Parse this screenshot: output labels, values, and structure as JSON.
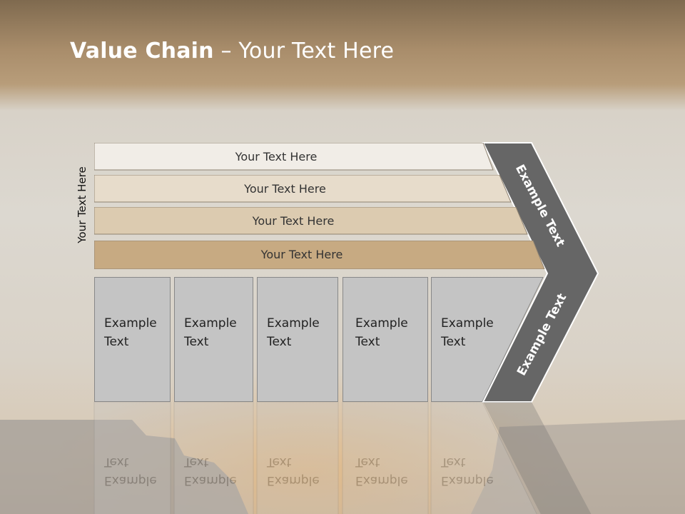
{
  "slide": {
    "title_bold": "Value Chain",
    "title_rest": " – Your Text Here",
    "vertical_label": "Your Text Here"
  },
  "bands": [
    {
      "label": "Your Text Here",
      "color": "#f1ede7"
    },
    {
      "label": "Your Text Here",
      "color": "#e7dccb"
    },
    {
      "label": "Your Text Here",
      "color": "#dccbb0"
    },
    {
      "label": "Your Text Here",
      "color": "#c7aa82"
    }
  ],
  "columns": [
    {
      "line1": "Example",
      "line2": "Text"
    },
    {
      "line1": "Example",
      "line2": "Text"
    },
    {
      "line1": "Example",
      "line2": "Text"
    },
    {
      "line1": "Example",
      "line2": "Text"
    },
    {
      "line1": "Example",
      "line2": "Text"
    }
  ],
  "chevron": {
    "upper_label": "Example Text",
    "lower_label": "Example Text",
    "color": "#666666"
  }
}
